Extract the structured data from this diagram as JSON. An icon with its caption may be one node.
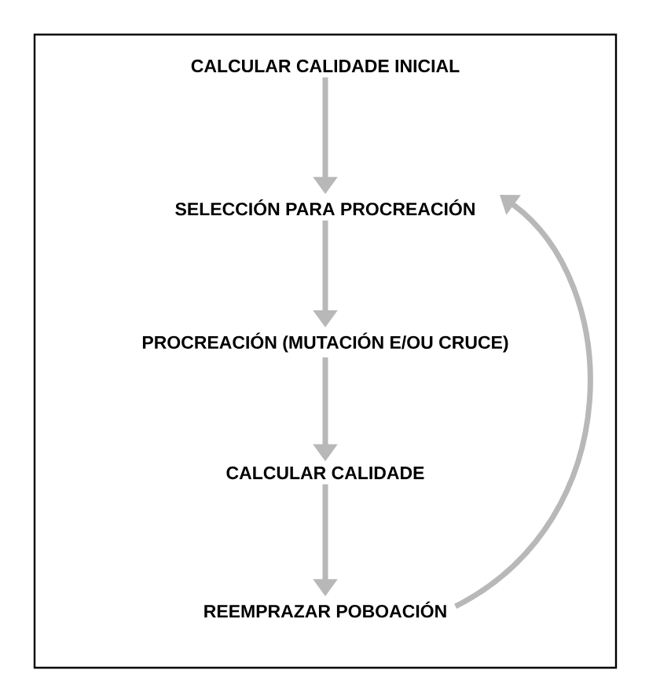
{
  "diagram": {
    "nodes": [
      {
        "text": [
          "CALCULAR CALIDADE INICIAL"
        ]
      },
      {
        "text": [
          "SELECCIÓN PARA PROCREACIÓN"
        ]
      },
      {
        "text": [
          "PROCREACIÓN (MUTACIÓN E/OU CRUCE)"
        ]
      },
      {
        "text": [
          "CALCULAR CALIDADE"
        ]
      },
      {
        "text": [
          "REEMPRAZAR POBOACIÓN"
        ]
      }
    ],
    "edges": [
      {
        "from": 0,
        "to": 1,
        "arrow": "to"
      },
      {
        "from": 1,
        "to": 2,
        "arrow": "to"
      },
      {
        "from": 2,
        "to": 3,
        "arrow": "to"
      },
      {
        "from": 3,
        "to": 4,
        "arrow": "to"
      },
      {
        "from": 4,
        "to": 1,
        "arrow": "to"
      }
    ]
  }
}
